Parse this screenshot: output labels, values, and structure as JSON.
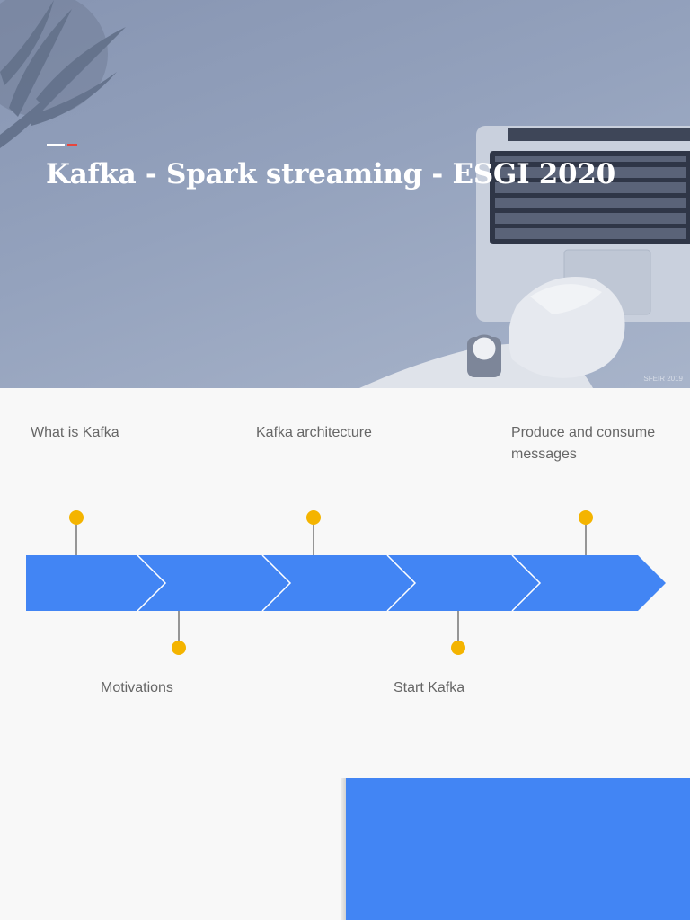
{
  "hero": {
    "title": "Kafka - Spark streaming - ESGI 2020",
    "credit": "SFEIR 2019"
  },
  "timeline": {
    "colors": {
      "arrow": "#4285f4",
      "dot": "#f4b400",
      "line": "#333333"
    },
    "steps": [
      {
        "label": "What is Kafka",
        "position": "above"
      },
      {
        "label": "Motivations",
        "position": "below"
      },
      {
        "label": "Kafka architecture",
        "position": "above"
      },
      {
        "label": "Start Kafka",
        "position": "below"
      },
      {
        "label": "Produce and consume messages",
        "position": "above"
      }
    ]
  },
  "colors": {
    "accent_red": "#e8453c",
    "background": "#f8f8f8",
    "block": "#4285f4"
  }
}
